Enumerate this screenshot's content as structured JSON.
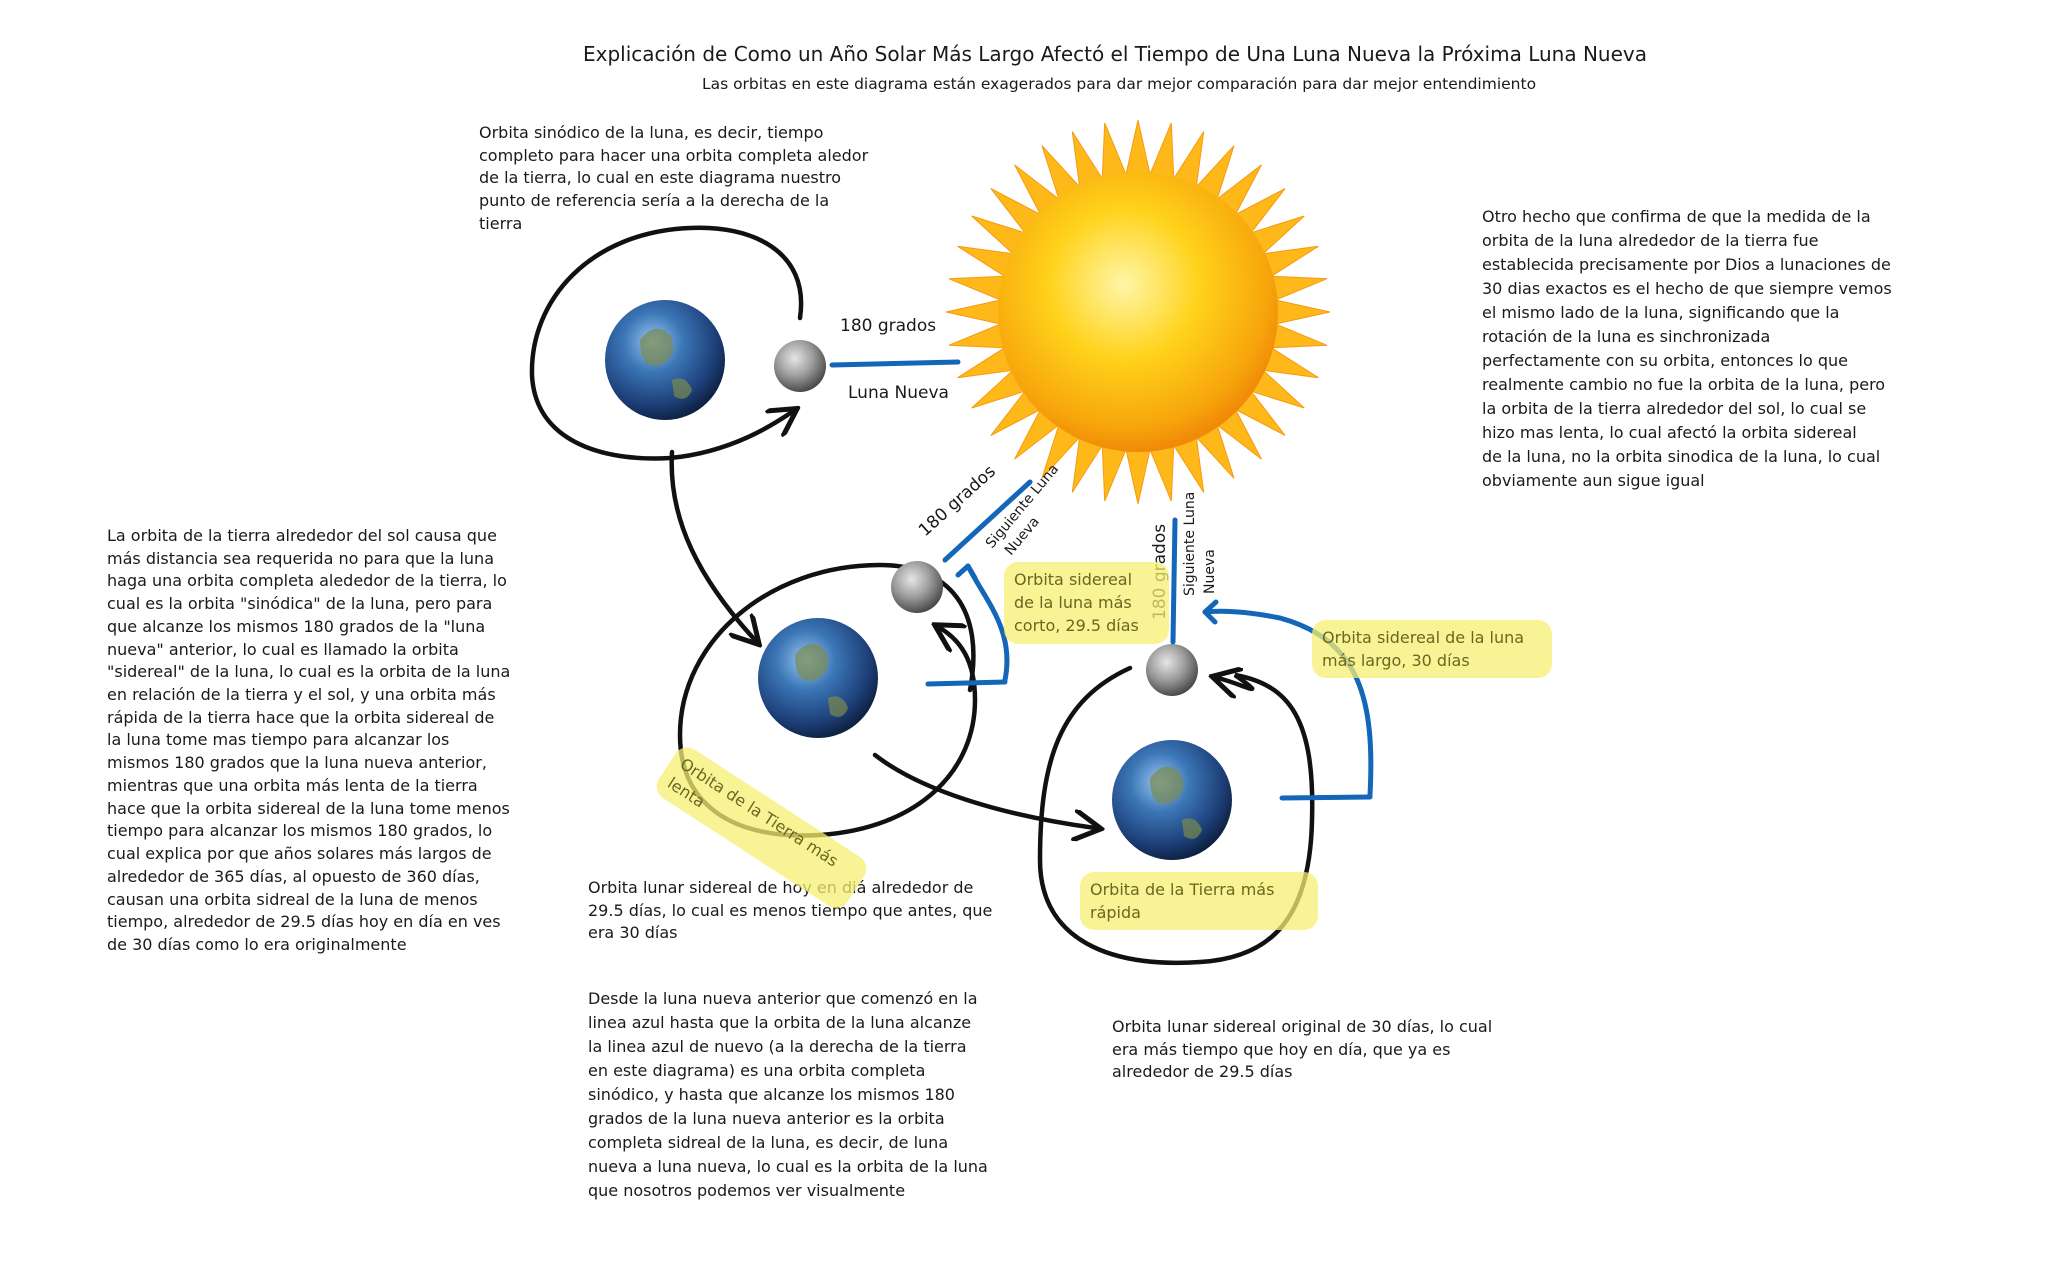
{
  "title": "Explicación de Como un Año Solar Más Largo Afectó el Tiempo de Una Luna Nueva  la Próxima Luna Nueva",
  "subtitle": "Las orbitas en este diagrama están exagerados para dar mejor comparación para dar mejor entendimiento",
  "notes": {
    "synodic": "Orbita sinódico de la luna, es decir, tiempo\ncompleto para hacer una orbita completa aledor\nde la tierra, lo cual en este diagrama nuestro\npunto de referencia sería a la derecha de la\ntierra",
    "right": "Otro hecho que confirma de que la medida de la\norbita de la luna alrededor de la tierra fue\nestablecida precisamente por Dios a lunaciones de\n30 dias exactos es el hecho de que siempre vemos\nel mismo lado de la luna, significando que la\nrotación de la luna es sinchronizada\nperfectamente con su orbita, entonces lo que\nrealmente cambio no fue la orbita de la luna, pero\nla orbita de la tierra alrededor del sol, lo cual se\nhizo mas lenta, lo cual afectó la orbita sidereal\nde la luna, no la orbita sinodica de la luna, lo cual\nobviamente aun sigue igual",
    "left": "La orbita de la tierra alrededor del sol causa que\nmás distancia sea requerida no para que la luna\nhaga una orbita completa alededor de la tierra, lo\ncual es la orbita \"sinódica\" de la luna, pero para\nque alcanze los mismos 180 grados de la \"luna\nnueva\" anterior, lo cual es llamado la orbita\n\"sidereal\" de la luna, lo cual es la orbita de la luna\nen relación de la tierra y el sol, y una orbita más\nrápida de la tierra hace que la orbita sidereal de\nla luna tome mas tiempo para alcanzar los\nmismos 180 grados que la luna nueva anterior,\nmientras que una orbita más lenta de la tierra\nhace que la orbita sidereal de la luna tome menos\ntiempo para alcanzar los mismos 180 grados, lo\ncual explica por que años solares más largos de\nalrededor de 365 días, al opuesto de 360 días,\ncausan una orbita sidreal de la luna de menos\ntiempo, alrededor de 29.5 días hoy en día en ves\nde 30 días como lo era originalmente",
    "today": "Orbita lunar sidereal de hoy en diá alrededor de\n29.5 días, lo cual es menos tiempo que antes, que\nera 30 días",
    "bottom": "Desde la luna nueva anterior que comenzó en la\nlinea azul hasta que la orbita de la luna alcanze\nla linea azul de nuevo (a la derecha de la tierra\nen este diagrama) es una orbita completa\nsinódico, y hasta que alcanze los mismos 180\ngrados de la luna nueva anterior es la orbita\ncompleta sidreal de la luna, es decir, de luna\nnueva a luna nueva, lo cual es la orbita de la luna\nque nosotros podemos ver visualmente",
    "original": "Orbita lunar sidereal original de 30 días, lo cual\nera más tiempo que hoy en día, que ya es\nalrededor de 29.5 días"
  },
  "highlights": {
    "short_sidereal": "Orbita sidereal\nde la luna más\ncorto, 29.5 días",
    "long_sidereal": "Orbita sidereal de la luna\nmás largo, 30 días",
    "slow_earth": "Orbita de la Tierra más\nlenta",
    "fast_earth": "Orbita de la Tierra más\nrápida"
  },
  "labels": {
    "deg_top": "180 grados",
    "new_moon": "Luna Nueva",
    "deg_mid": "180 grados",
    "next_mid_1": "Siguiente Luna",
    "next_mid_2": "Nueva",
    "deg_right": "180 grados",
    "next_right_1": "Siguiente Luna",
    "next_right_2": "Nueva"
  },
  "colors": {
    "blue": "#1466b8",
    "arrow": "#111111",
    "highlight": "#f6f073"
  }
}
